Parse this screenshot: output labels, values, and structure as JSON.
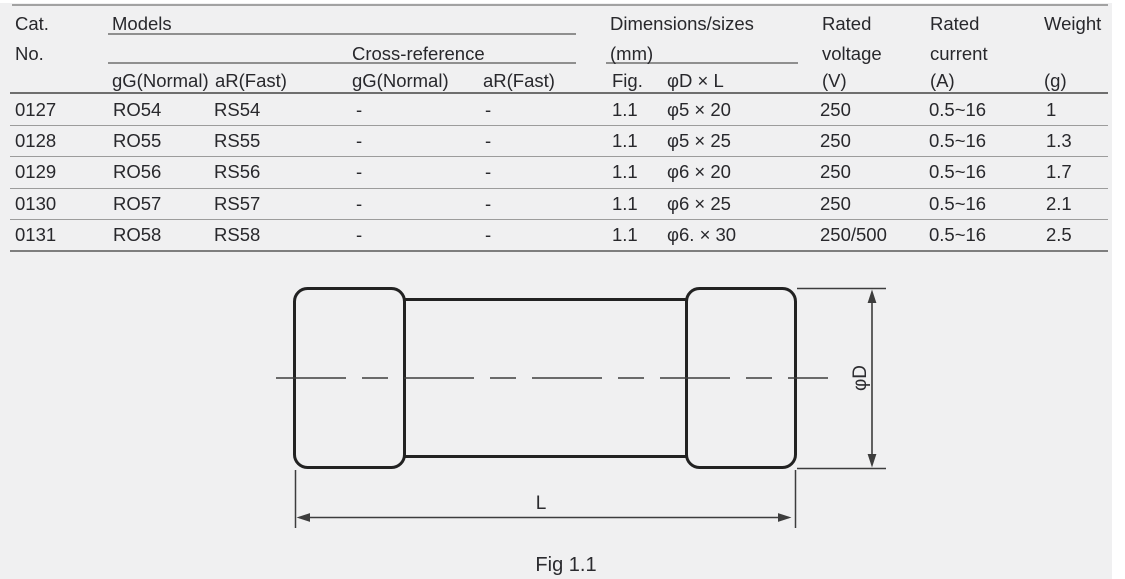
{
  "table": {
    "header": {
      "cat_line1": "Cat.",
      "cat_line2": "No.",
      "models": "Models",
      "cross_reference": "Cross-reference",
      "models_gg": "gG(Normal)",
      "models_ar": "aR(Fast)",
      "xref_gg": "gG(Normal)",
      "xref_ar": "aR(Fast)",
      "dimensions_line1": "Dimensions/sizes",
      "dimensions_line2": "(mm)",
      "fig": "Fig.",
      "d_x_l": "φD × L",
      "rated_voltage_line1": "Rated",
      "rated_voltage_line2": "voltage",
      "rated_voltage_unit": "(V)",
      "rated_current_line1": "Rated",
      "rated_current_line2": "current",
      "rated_current_unit": "(A)",
      "weight_line1": "Weight",
      "weight_unit": "(g)"
    },
    "column_keys": [
      "cat_no",
      "model_gg_normal",
      "model_ar_fast",
      "xref_gg_normal",
      "xref_ar_fast",
      "fig",
      "d_x_l",
      "rated_voltage_v",
      "rated_current_a",
      "weight_g"
    ],
    "rows": [
      [
        "0127",
        "RO54",
        "RS54",
        "-",
        "-",
        "1.1",
        "φ5 × 20",
        "250",
        "0.5~16",
        "1"
      ],
      [
        "0128",
        "RO55",
        "RS55",
        "-",
        "-",
        "1.1",
        "φ5 × 25",
        "250",
        "0.5~16",
        "1.3"
      ],
      [
        "0129",
        "RO56",
        "RS56",
        "-",
        "-",
        "1.1",
        "φ6 × 20",
        "250",
        "0.5~16",
        "1.7"
      ],
      [
        "0130",
        "RO57",
        "RS57",
        "-",
        "-",
        "1.1",
        "φ6 × 25",
        "250",
        "0.5~16",
        "2.1"
      ],
      [
        "0131",
        "RO58",
        "RS58",
        "-",
        "-",
        "1.1",
        "φ6. × 30",
        "250/500",
        "0.5~16",
        "2.5"
      ]
    ]
  },
  "figure": {
    "diameter_label": "φD",
    "length_label": "L",
    "caption": "Fig 1.1"
  }
}
